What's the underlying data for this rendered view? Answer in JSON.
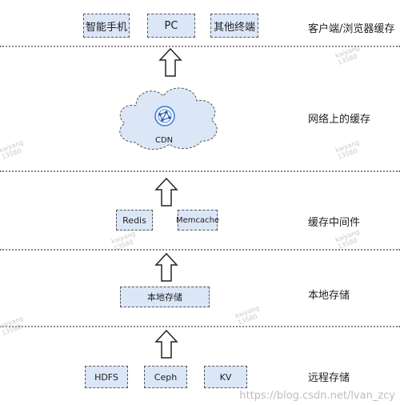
{
  "layers": {
    "client": {
      "label": "客户端/浏览器缓存",
      "boxes": [
        "智能手机",
        "PC",
        "其他终端"
      ]
    },
    "network": {
      "label": "网络上的缓存",
      "cloud_label": "CDN"
    },
    "middleware": {
      "label": "缓存中间件",
      "boxes": [
        "Redis",
        "Memcache"
      ]
    },
    "local": {
      "label": "本地存储",
      "boxes": [
        "本地存储"
      ]
    },
    "remote": {
      "label": "远程存储",
      "boxes": [
        "HDFS",
        "Ceph",
        "KV"
      ]
    }
  },
  "watermark": [
    "kaiyang",
    "13580"
  ],
  "source_url": "https://blog.csdn.net/lvan_zcy",
  "colors": {
    "box_fill": "#dbe6f7",
    "cloud_fill": "#dbe6f7",
    "separator": "#888888"
  }
}
